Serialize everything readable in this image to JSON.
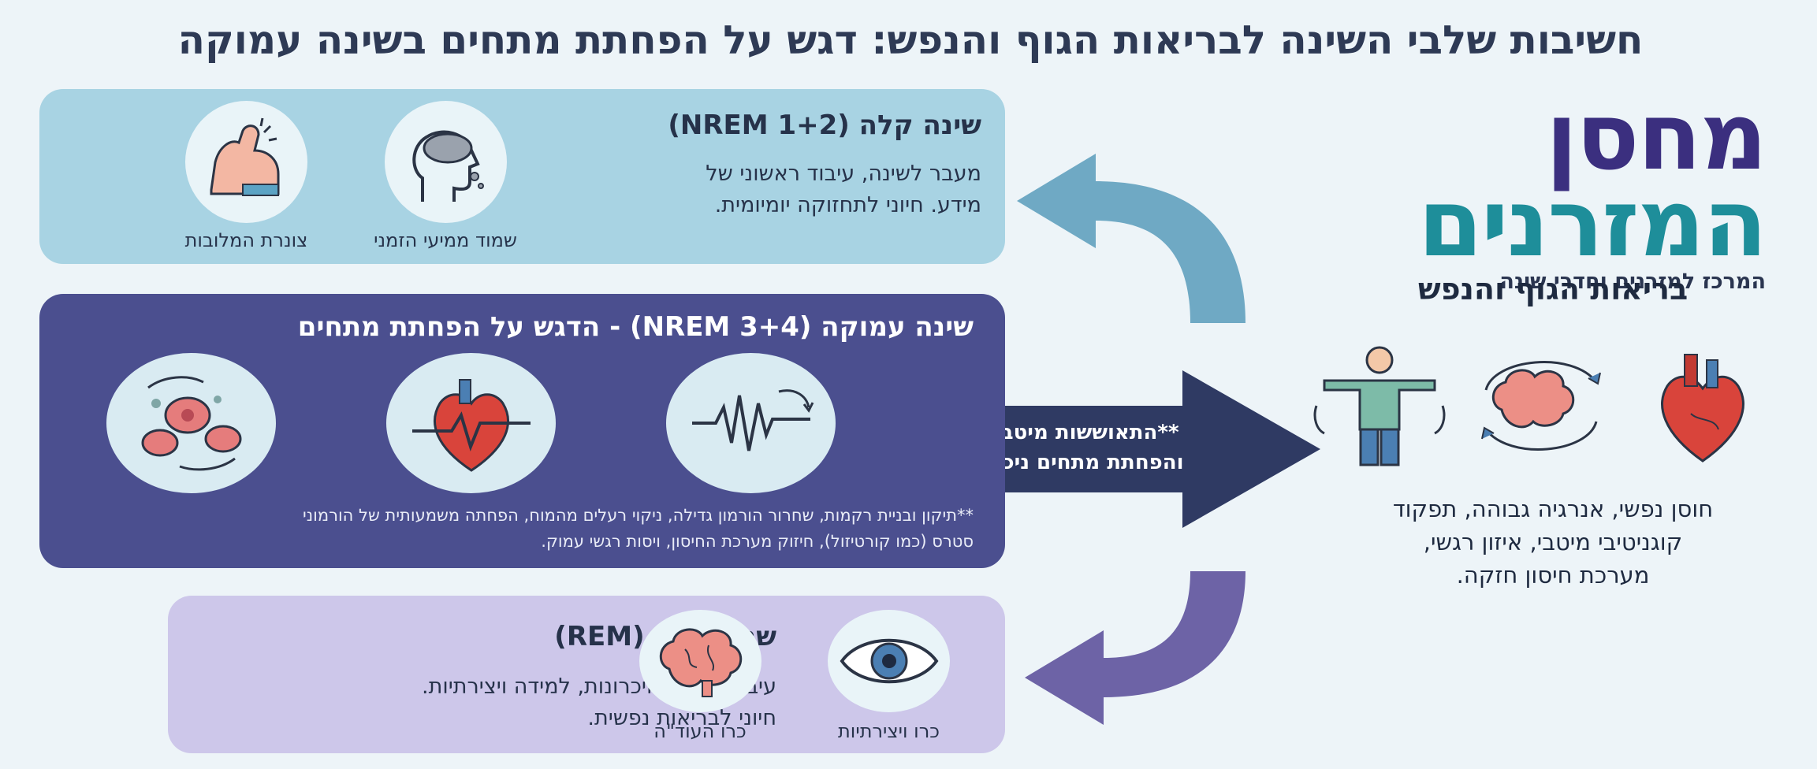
{
  "title": "חשיבות שלבי השינה לבריאות הגוף והנפש: דגש על הפחתת מתחים בשינה עמוקה",
  "light_sleep": {
    "title": "שינה קלה (NREM 1+2)",
    "body_line1": "מעבר לשינה, עיבוד ראשוני של",
    "body_line2": "מידע. חיוני לתחזוקה יומיומית.",
    "icon1_label": "שמוד ממיעי הזמני",
    "icon2_label": "צונרת המלובות"
  },
  "deep_sleep": {
    "title": "שינה עמוקה (NREM 3+4) - הדגש על הפחתת מתחים",
    "note_line1": "**תיקון ובניית רקמות, שחרור הורמון גדילה, ניקוי רעלים מהמוח, הפחתה משמעותית של הורמוני",
    "note_line2": "סטרס (כמו קורטיזול), חיזוק מערכת החיסון, ויסות רגשי עמוק."
  },
  "rem": {
    "title": "שנת חלום (REM)",
    "body_line1": "עיבוד רגשות וזיכרונות, למידה ויצירתיות.",
    "body_line2": "חיוני לבריאות נפשית.",
    "icon1_label": "כרו ויצירתיות",
    "icon2_label": "כרו העוד\"ה"
  },
  "arrow_text": {
    "line1": "**התאוששות מיטבית",
    "line2": "והפחתת מתחים ניכרת"
  },
  "logo": {
    "line1": "מחסן",
    "line2": "המזרנים",
    "tagline": "המרכז למזרנים וחדרי שינה"
  },
  "health": {
    "title": "בריאות הגוף והנפש",
    "line1": "חוסן נפשי, אנרגיה גבוהה, תפקוד",
    "line2": "קוגניטיבי מיטבי, איזון רגשי,",
    "line3": "מערכת חיסון חזקה."
  }
}
